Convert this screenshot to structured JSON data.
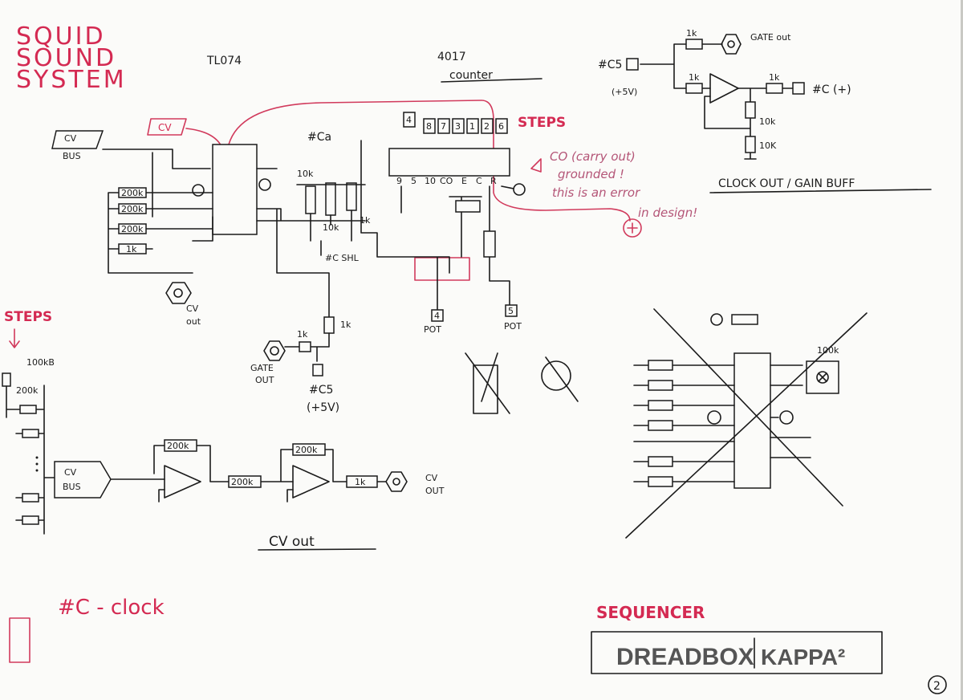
{
  "title": {
    "line1": "SQUID",
    "line2": "SOUND",
    "line3": "SYSTEM"
  },
  "tl074_label": "TL074",
  "counter": {
    "chip": "4017",
    "label": "counter"
  },
  "steps_label": "STEPS",
  "cv_tag": "CV",
  "cv_bus": {
    "l1": "CV",
    "l2": "BUS"
  },
  "ca_label": "#Ca",
  "resistors_main": {
    "r1": "10k",
    "r2": "10k",
    "r3": "1k",
    "r4": "1k",
    "shl": "#C SHL",
    "r200a": "200k",
    "r200b": "200k",
    "r200c": "200k",
    "r1k": "1k"
  },
  "cv_out_main": {
    "l1": "CV",
    "l2": "out"
  },
  "step_pins": [
    "4",
    "8",
    "7",
    "3",
    "1",
    "2",
    "6"
  ],
  "chip_pins_bottom": [
    "9",
    "5",
    "10",
    "CO",
    "E",
    "C",
    "R"
  ],
  "carry_note": {
    "l1": "CO (carry out)",
    "l2": "grounded !",
    "l3": "this is an error",
    "l4": "in design!"
  },
  "clock_out": "CLOCK OUT / GAIN BUFF",
  "gate_main": {
    "r": "1k",
    "gate_l1": "GATE",
    "gate_l2": "OUT",
    "c5": "#C5",
    "v5": "(+5V)"
  },
  "pots": {
    "p1_num": "4",
    "p1": "POT",
    "p2_num": "5",
    "p2": "POT"
  },
  "top_right": {
    "r1": "1k",
    "gate": "GATE out",
    "c5": "#C5",
    "v5": "(+5V)",
    "r2": "1k",
    "r3": "1k",
    "c_out": "#C (+)",
    "r4": "10k",
    "r5": "10K"
  },
  "steps_left": {
    "label": "STEPS",
    "pot": "100kB",
    "r": "200k"
  },
  "cv_chain": {
    "bus_l1": "CV",
    "bus_l2": "BUS",
    "fb1": "200k",
    "mid": "200k",
    "fb2": "200k",
    "r": "1k",
    "out_l1": "CV",
    "out_l2": "OUT",
    "caption": "CV out"
  },
  "crossed_block": {
    "r": "100k"
  },
  "clock_note": "#C - clock",
  "sequencer": "SEQUENCER",
  "brand": {
    "left": "DREADBOX",
    "right": "KAPPA²"
  },
  "page_number": "2"
}
